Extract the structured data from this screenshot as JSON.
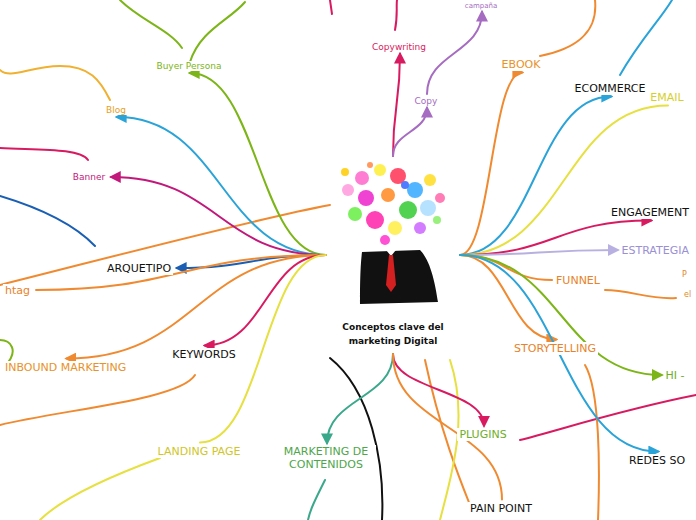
{
  "diagram": {
    "nodes": [
      {
        "text": [
          "Conceptos clave del marketing Digital"
        ]
      },
      {
        "text": [
          "Buyer Persona"
        ]
      },
      {
        "text": [
          "Copywriting"
        ]
      },
      {
        "text": [
          "campaña"
        ]
      },
      {
        "text": [
          "Copy"
        ]
      },
      {
        "text": [
          "EBOOK"
        ]
      },
      {
        "text": [
          "ECOMMERCE"
        ]
      },
      {
        "text": [
          "EMAIL"
        ]
      },
      {
        "text": [
          "Blog"
        ]
      },
      {
        "text": [
          "Banner"
        ]
      },
      {
        "text": [
          "ENGAGEMENT"
        ]
      },
      {
        "text": [
          "ARQUETIPO"
        ]
      },
      {
        "text": [
          "ESTRATEGIA"
        ]
      },
      {
        "text": [
          "FUNNEL"
        ]
      },
      {
        "text": [
          "htag"
        ]
      },
      {
        "text": [
          "INBOUND MARKETING"
        ]
      },
      {
        "text": [
          "KEYWORDS"
        ]
      },
      {
        "text": [
          "STORYTELLING"
        ]
      },
      {
        "text": [
          "HI -"
        ]
      },
      {
        "text": [
          "PLUGINS"
        ]
      },
      {
        "text": [
          "LANDING PAGE"
        ]
      },
      {
        "text": [
          "MARKETING DE CONTENIDOS"
        ]
      },
      {
        "text": [
          "REDES SO"
        ]
      },
      {
        "text": [
          "PAIN POINT"
        ]
      }
    ],
    "edges": [
      {
        "from": 0,
        "to": 1,
        "arrow": "to"
      },
      {
        "from": 0,
        "to": 2,
        "arrow": "to"
      },
      {
        "from": 4,
        "to": 3,
        "arrow": "to"
      },
      {
        "from": 0,
        "to": 4,
        "arrow": "to"
      },
      {
        "from": 0,
        "to": 5,
        "arrow": "to"
      },
      {
        "from": 0,
        "to": 6,
        "arrow": "to"
      },
      {
        "from": 0,
        "to": 7,
        "arrow": "none"
      },
      {
        "from": 0,
        "to": 8,
        "arrow": "to"
      },
      {
        "from": 0,
        "to": 9,
        "arrow": "to"
      },
      {
        "from": 0,
        "to": 10,
        "arrow": "to"
      },
      {
        "from": 0,
        "to": 11,
        "arrow": "to"
      },
      {
        "from": 0,
        "to": 12,
        "arrow": "to"
      },
      {
        "from": 0,
        "to": 13,
        "arrow": "none"
      },
      {
        "from": 0,
        "to": 14,
        "arrow": "none"
      },
      {
        "from": 0,
        "to": 15,
        "arrow": "to"
      },
      {
        "from": 0,
        "to": 16,
        "arrow": "to"
      },
      {
        "from": 0,
        "to": 17,
        "arrow": "to"
      },
      {
        "from": 0,
        "to": 18,
        "arrow": "to"
      },
      {
        "from": 0,
        "to": 19,
        "arrow": "to"
      },
      {
        "from": 0,
        "to": 20,
        "arrow": "none"
      },
      {
        "from": 0,
        "to": 21,
        "arrow": "to"
      },
      {
        "from": 0,
        "to": 22,
        "arrow": "to"
      },
      {
        "from": 0,
        "to": 23,
        "arrow": "none"
      }
    ],
    "labels": [
      "P",
      "el"
    ]
  }
}
